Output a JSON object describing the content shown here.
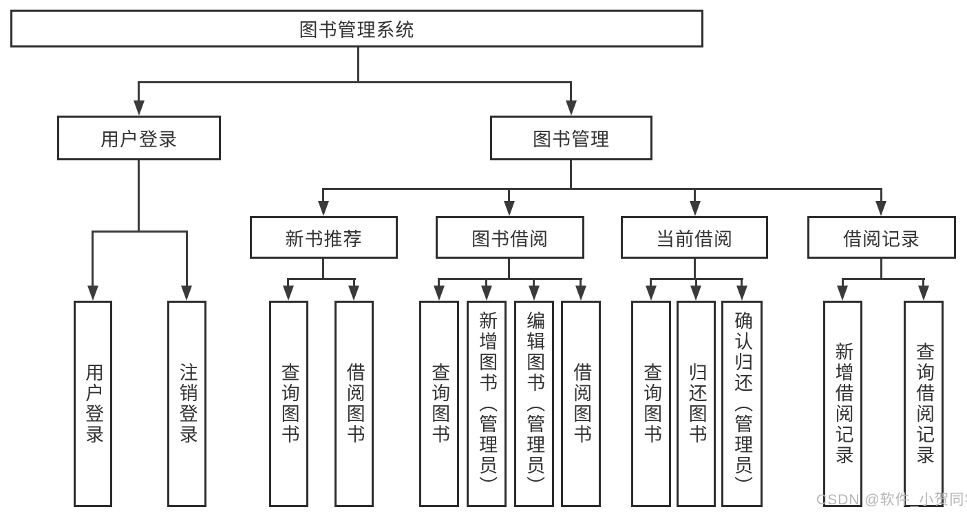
{
  "colors": {
    "background": "#ffffff",
    "box_fill": "#ffffff",
    "box_border": "#2d2d2d",
    "line": "#3a3a3a",
    "text": "#333333",
    "watermark": "#b5b5b5"
  },
  "diagram": {
    "root": {
      "label": "图书管理系统"
    },
    "branches": [
      {
        "label": "用户登录",
        "children": [
          {
            "label": "用户登录"
          },
          {
            "label": "注销登录"
          }
        ]
      },
      {
        "label": "图书管理",
        "children": [
          {
            "label": "新书推荐",
            "children": [
              {
                "label": "查询图书"
              },
              {
                "label": "借阅图书"
              }
            ]
          },
          {
            "label": "图书借阅",
            "children": [
              {
                "label": "查询图书"
              },
              {
                "label": "新增图书（管理员）"
              },
              {
                "label": "编辑图书（管理员）"
              },
              {
                "label": "借阅图书"
              }
            ]
          },
          {
            "label": "当前借阅",
            "children": [
              {
                "label": "查询图书"
              },
              {
                "label": "归还图书"
              },
              {
                "label": "确认归还（管理员）"
              }
            ]
          },
          {
            "label": "借阅记录",
            "children": [
              {
                "label": "新增借阅记录"
              },
              {
                "label": "查询借阅记录"
              }
            ]
          }
        ]
      }
    ]
  },
  "watermark": {
    "text": "CSDN @软件_小贺同学"
  }
}
